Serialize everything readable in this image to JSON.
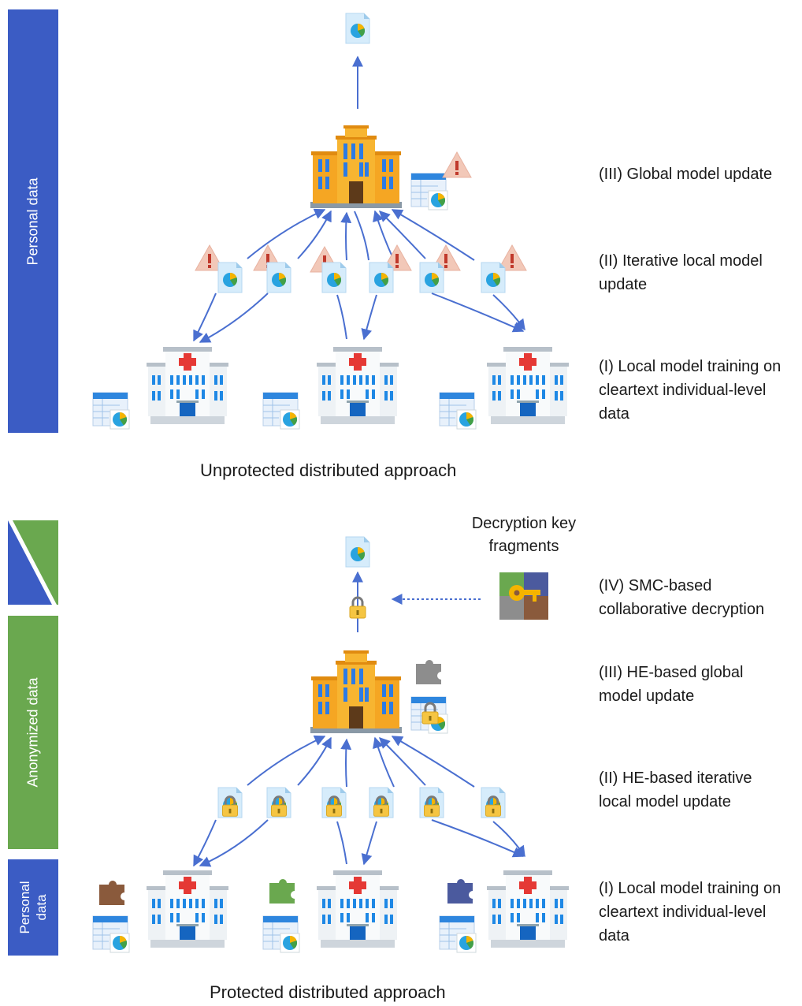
{
  "side_bars": {
    "top_personal": "Personal data",
    "middle_anonymized": "Anonymized data",
    "bottom_personal_line1": "Personal",
    "bottom_personal_line2": "data"
  },
  "top_panel": {
    "stages": {
      "global_update": "(III) Global model update",
      "local_update": "(II) Iterative local model update",
      "local_training": "(I) Local model training on cleartext individual-level data"
    },
    "caption": "Unprotected distributed approach"
  },
  "bottom_panel": {
    "key_fragments_label": "Decryption key fragments",
    "stages": {
      "decryption": "(IV) SMC-based collaborative decryption",
      "global_update": "(III) HE-based global model update",
      "local_update": "(II) HE-based iterative local model update",
      "local_training": "(I) Local model training on cleartext individual-level data"
    },
    "caption": "Protected distributed approach"
  },
  "colors": {
    "personal_bar": "#3b5cc4",
    "anonymized_bar": "#6aa84f",
    "arrow": "#4a6fd0",
    "building_orange": "#f5a623",
    "warning": "#f2c8b8",
    "lock": "#f5c542"
  },
  "icons": [
    "hospital-icon",
    "central-server-icon",
    "model-document-icon",
    "data-table-icon",
    "warning-icon",
    "lock-icon",
    "puzzle-piece-icon",
    "key-icon"
  ]
}
